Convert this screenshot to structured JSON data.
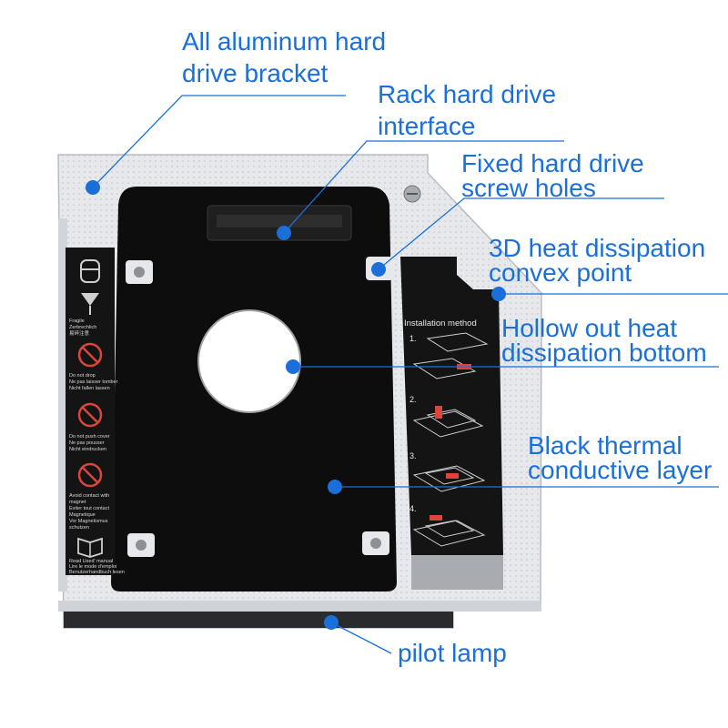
{
  "colors": {
    "callout": "#1a6fd8",
    "bracket": "#e4e6e9",
    "bracket_edge": "#b9bdc2",
    "thermal_layer": "#0d0d0d",
    "label_panel": "#141414"
  },
  "callouts": {
    "bracket": [
      "All aluminum hard",
      "drive bracket"
    ],
    "interface": [
      "Rack hard drive",
      "interface"
    ],
    "screw_holes": [
      "Fixed hard drive",
      "screw holes"
    ],
    "convex": [
      "3D heat dissipation",
      "convex point"
    ],
    "hollow": [
      "Hollow out heat",
      "dissipation bottom"
    ],
    "thermal": [
      "Black thermal",
      "conductive layer"
    ],
    "pilot": [
      "pilot lamp"
    ]
  },
  "label_panel": {
    "warnings": [
      [
        "Fragile",
        "Zerbrechlich",
        "易碎注意"
      ],
      [
        "Do not drop",
        "Ne pas laisser tomber",
        "Nicht fallen lassen"
      ],
      [
        "Do not push cover",
        "Ne pas pousser",
        "Nicht eindrucken"
      ],
      [
        "Avoid contact with",
        "magnet",
        "Eviter tout contact",
        "Magnetique",
        "Vor Magnetismus",
        "schutzen"
      ],
      [
        "Read Used' manual",
        "Lire le mode d'emploi",
        "Benutzerhandbuch lesen"
      ]
    ]
  },
  "install_panel": {
    "title": "Installation method",
    "steps": [
      "1.",
      "2.",
      "3.",
      "4."
    ]
  }
}
